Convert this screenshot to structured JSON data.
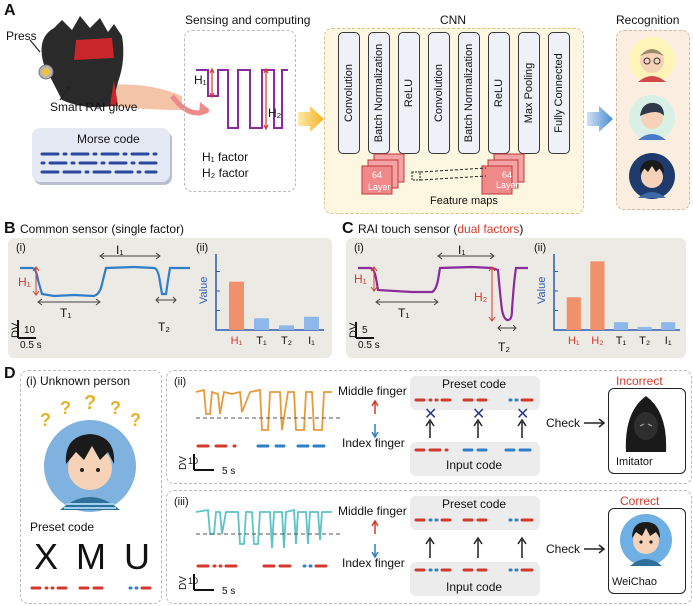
{
  "panelA": {
    "letter": "A",
    "press": "Press",
    "glove": "Smart RAI glove",
    "morse_title": "Morse code",
    "sensing_title": "Sensing and computing",
    "h1": "H₁",
    "h2": "H₂",
    "h1_factor": "H₁ factor",
    "h2_factor": "H₂ factor",
    "cnn_title": "CNN",
    "cnn_layers": [
      "Convolution",
      "Batch Normalization",
      "ReLU",
      "Convolution",
      "Batch Normalization",
      "ReLU",
      "Max Pooling",
      "Fully Connected"
    ],
    "fm_label1": "64",
    "fm_layer1": "Layer",
    "fm_label2": "64",
    "fm_layer2": "Layer",
    "feature_maps": "Feature maps",
    "recognition_title": "Recognition"
  },
  "panelB": {
    "letter": "B",
    "title": "Common sensor (single factor)",
    "i": "(i)",
    "ii": "(ii)",
    "I1": "I₁",
    "H1": "H₁",
    "T1": "T₁",
    "T2": "T₂",
    "dv": "DV",
    "dv_val": "10",
    "time": "0.5 s",
    "value_axis": "Value",
    "chart": {
      "categories": [
        "H₁",
        "T₁",
        "T₂",
        "I₁"
      ],
      "values": [
        0.62,
        0.15,
        0.06,
        0.17
      ],
      "colors": [
        "#f0916b",
        "#8fb8ea",
        "#8fb8ea",
        "#8fb8ea"
      ]
    }
  },
  "panelC": {
    "letter": "C",
    "title_pre": "RAI touch sensor (",
    "title_red": "dual factors",
    "title_post": ")",
    "i": "(i)",
    "ii": "(ii)",
    "I1": "I₁",
    "H1": "H₁",
    "H2": "H₂",
    "T1": "T₁",
    "T2": "T₂",
    "dv": "DV",
    "dv_val": "5",
    "time": "0.5 s",
    "value_axis": "Value",
    "chart": {
      "categories": [
        "H₁",
        "H₂",
        "T₁",
        "T₂",
        "I₁"
      ],
      "values": [
        0.42,
        0.88,
        0.1,
        0.04,
        0.1
      ],
      "colors": [
        "#f0916b",
        "#f0916b",
        "#8fb8ea",
        "#8fb8ea",
        "#8fb8ea"
      ]
    }
  },
  "panelD": {
    "letter": "D",
    "i_label": "(i) Unknown person",
    "q": "?",
    "preset_code": "Preset code",
    "letters": [
      "X",
      "M",
      "U"
    ],
    "ii": "(ii)",
    "iii": "(iii)",
    "middle_finger": "Middle finger",
    "index_finger": "Index finger",
    "preset_code_box": "Preset code",
    "input_code": "Input code",
    "check": "Check",
    "incorrect": "Incorrect",
    "correct": "Correct",
    "imitator": "Imitator",
    "weichao": "WeiChao",
    "dv": "DV",
    "dv_val": "10",
    "time": "5 s",
    "cross": "✕"
  },
  "colors": {
    "purple": "#8a2a9c",
    "blue": "#2f7fc8",
    "red": "#d33a2c",
    "orange": "#e89a3a",
    "teal": "#5ec3c7",
    "incorrect": "#d33a2c",
    "correct": "#d33a2c"
  },
  "icons": [
    "glove-icon",
    "arrow-right-icon",
    "avatar-old-man-icon",
    "avatar-boy-icon",
    "avatar-dark-hair-icon",
    "hooded-imitator-icon"
  ]
}
